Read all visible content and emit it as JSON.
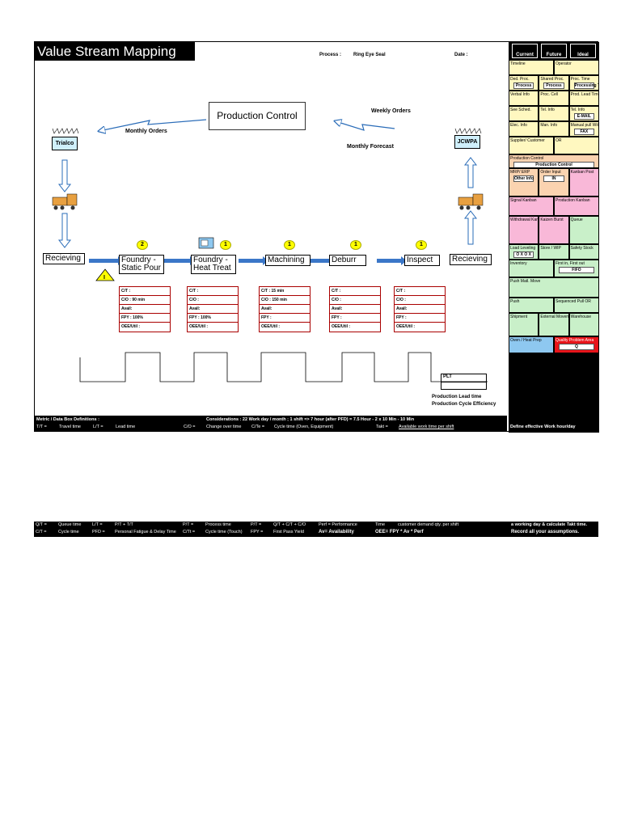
{
  "header": {
    "title": "Value Stream Mapping",
    "process_label": "Process :",
    "process_value": "Ring Eye Seal",
    "date_label": "Date :"
  },
  "flow": {
    "production_control": "Production Control",
    "supplier": "Trialco",
    "customer": "JCWPA",
    "monthly_orders": "Monthly Orders",
    "weekly_orders": "Weekly Orders",
    "monthly_forecast": "Monthly Forecast",
    "receiving_left": "Recieving",
    "receiving_right": "Recieving",
    "inventory_icon": "warning-triangle"
  },
  "processes": [
    {
      "name": "Foundry -\nStatic Pour",
      "operators": "2",
      "ct": "C/T :",
      "co": "C/O :  90 min",
      "avail": "Avail:",
      "fpy": "FPY :  100%",
      "oee": "OEE/Util :"
    },
    {
      "name": "Foundry -\nHeat Treat",
      "operators": "1",
      "ct": "C/T :",
      "co": "C/O :",
      "avail": "Avail:",
      "fpy": "FPY :  100%",
      "oee": "OEE/Util :"
    },
    {
      "name": "Machining",
      "operators": "1",
      "ct": "C/T :  15 min",
      "co": "C/O :  150 min",
      "avail": "Avail:",
      "fpy": "FPY :",
      "oee": "OEE/Util :"
    },
    {
      "name": "Deburr",
      "operators": "1",
      "ct": "C/T :",
      "co": "C/O :",
      "avail": "Avail:",
      "fpy": "FPY :",
      "oee": "OEE/Util :"
    },
    {
      "name": "Inspect",
      "operators": "1",
      "ct": "C/T :",
      "co": "C/O :",
      "avail": "Avail:",
      "fpy": "FPY :",
      "oee": "OEE/Util :"
    }
  ],
  "timeline": {
    "plt": "PLT",
    "lead_time": "Production Lead time",
    "cycle_eff": "Production Cycle Efficiency"
  },
  "bottom": {
    "metric_title": "Metric / Data Box Definitions :",
    "considerations": "Considerations : 22 Work day / month ; 1 shift => 7 hour (after PFD) = 7.5 Hour - 2 x 10 Min - 10 Min",
    "tt": "T/T =",
    "travel": "Travel time",
    "lt": "L/T =",
    "lead": "Lead time",
    "co": "C/O =",
    "changeover": "Change over time",
    "cte": "C/Te =",
    "cycle_equip": "Cycle time (Oven, Equipment)",
    "takt": "Takt  =",
    "avail_work": "Available work time per shift",
    "define": "Define effective Work hour/day"
  },
  "strip2": {
    "row1": [
      "Q/T =",
      "Queue time",
      "L/T =",
      "P/T + T/T",
      "P/T =",
      "Process time",
      "P/T =",
      "Q/T + C/T + C/O",
      "Perf = Performance",
      "Time",
      "customer demand qty. per shift",
      "a working day & calculate Takt time."
    ],
    "row2": [
      "C/T =",
      "Cycle time",
      "PFD =",
      "Personal Fatigue & Delay Time",
      "C/Tt =",
      "Cycle time (Touch)",
      "FPY =",
      "First Pass Yield",
      "Av= Availability",
      "OEE= FPY * Av * Perf",
      "Record all your assumptions."
    ]
  },
  "legend": {
    "tabs": [
      "Current",
      "Future",
      "Ideal"
    ],
    "cells": [
      {
        "label": "Timeline",
        "color": "#fff8c0"
      },
      {
        "label": "Operator",
        "color": "#fff8c0"
      },
      {
        "label": "Ded. Proc.",
        "sub": "Process",
        "color": "#fff8c0"
      },
      {
        "label": "Shared Proc.",
        "sub": "Process",
        "color": "#fff8c0"
      },
      {
        "label": "Proc. Time",
        "sub": "Processing Time",
        "color": "#fff8c0"
      },
      {
        "label": "Verbal Info",
        "color": "#fff8c0"
      },
      {
        "label": "Proc. Cell",
        "color": "#fff8c0"
      },
      {
        "label": "Prod. Lead Time",
        "color": "#fff8c0"
      },
      {
        "label": "See Sched.",
        "color": "#fff8c0"
      },
      {
        "label": "Tel. Info",
        "color": "#fff8c0"
      },
      {
        "label": "Tel. Info",
        "sub": "E-MAIL",
        "color": "#fff8c0"
      },
      {
        "label": "Elec. Info",
        "color": "#fff8c0"
      },
      {
        "label": "Man. Info",
        "color": "#fff8c0"
      },
      {
        "label": "Manual pull Withdrawal",
        "sub": "FAX",
        "color": "#fff8c0"
      },
      {
        "label": "Supplier/ Customer",
        "color": "#fff8c0"
      },
      {
        "label": "OR",
        "color": "#fff8c0"
      },
      {
        "label": "Production Control",
        "sub": "Production Control",
        "color": "#fbd3b0"
      },
      {
        "label": "MRP/ ERP",
        "sub": "Other Info",
        "color": "#fbd3b0"
      },
      {
        "label": "Order Input",
        "sub": "IN",
        "color": "#fbd3b0"
      },
      {
        "label": "Kanban Post",
        "color": "#f9b8d8"
      },
      {
        "label": "Signal Kanban",
        "color": "#f9b8d8"
      },
      {
        "label": "Production Kanban",
        "color": "#f9b8d8"
      },
      {
        "label": "Withdrawal Kanban",
        "color": "#f9b8d8"
      },
      {
        "label": "Kaizen Burst",
        "color": "#f9b8d8"
      },
      {
        "label": "Queue",
        "color": "#c9f0c9"
      },
      {
        "label": "Load Leveling",
        "sub": "O X O X",
        "color": "#c9f0c9"
      },
      {
        "label": "Store / WIP",
        "color": "#c9f0c9"
      },
      {
        "label": "Safety Stock",
        "color": "#c9f0c9"
      },
      {
        "label": "Inventory",
        "color": "#c9f0c9"
      },
      {
        "label": "First in, First out",
        "sub": "FIFO",
        "color": "#c9f0c9"
      },
      {
        "label": "Push Matl. Move",
        "color": "#c9f0c9"
      },
      {
        "label": "Push",
        "color": "#c9f0c9"
      },
      {
        "label": "Sequenced Pull OR",
        "color": "#c9f0c9"
      },
      {
        "label": "Shipment",
        "color": "#c9f0c9"
      },
      {
        "label": "External Movement",
        "color": "#c9f0c9"
      },
      {
        "label": "Warehouse",
        "color": "#c9f0c9"
      },
      {
        "label": "Oven / Heat Prep",
        "color": "#8ec8f0"
      },
      {
        "label": "Quality Problem Area",
        "sub": "Q",
        "color": "#e8141a"
      }
    ]
  }
}
